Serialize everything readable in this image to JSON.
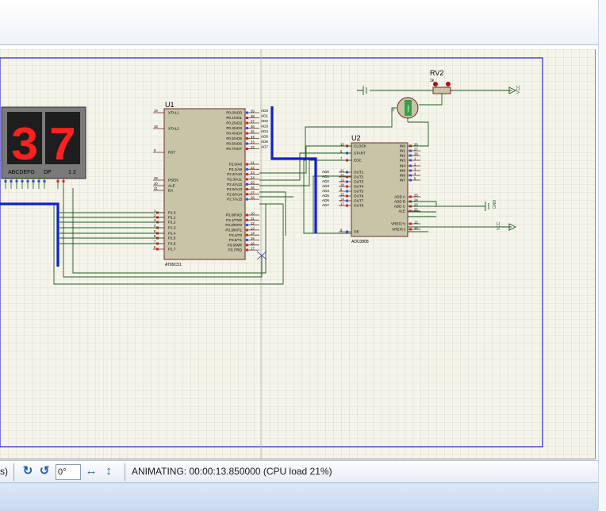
{
  "schematic": {
    "display": {
      "digits": "37",
      "pin_label_left": "ABCDEFG",
      "pin_label_dp": "DP",
      "pin_label_right": "1 2"
    },
    "u1": {
      "ref": "U1",
      "part": "AT89C51",
      "left_pins": [
        {
          "num": "19",
          "name": "XTAL1"
        },
        {
          "num": "18",
          "name": "XTAL2"
        },
        {
          "num": "9",
          "name": "RST"
        },
        {
          "num": "29",
          "name": "PSEN"
        },
        {
          "num": "30",
          "name": "ALE"
        },
        {
          "num": "31",
          "name": "EA"
        },
        {
          "num": "1",
          "name": "P1.0"
        },
        {
          "num": "2",
          "name": "P1.1"
        },
        {
          "num": "3",
          "name": "P1.2"
        },
        {
          "num": "4",
          "name": "P1.3"
        },
        {
          "num": "5",
          "name": "P1.4"
        },
        {
          "num": "6",
          "name": "P1.5"
        },
        {
          "num": "7",
          "name": "P1.6"
        },
        {
          "num": "8",
          "name": "P1.7"
        }
      ],
      "right_pins": [
        {
          "num": "39",
          "name": "P0.0/AD0"
        },
        {
          "num": "38",
          "name": "P0.1/AD1"
        },
        {
          "num": "37",
          "name": "P0.2/AD2"
        },
        {
          "num": "36",
          "name": "P0.3/AD3"
        },
        {
          "num": "35",
          "name": "P0.4/AD4"
        },
        {
          "num": "34",
          "name": "P0.5/AD5"
        },
        {
          "num": "33",
          "name": "P0.6/AD6"
        },
        {
          "num": "32",
          "name": "P0.7/AD7"
        },
        {
          "num": "21",
          "name": "P2.0/A8"
        },
        {
          "num": "22",
          "name": "P2.1/A9"
        },
        {
          "num": "23",
          "name": "P2.2/A10"
        },
        {
          "num": "24",
          "name": "P2.3/A11"
        },
        {
          "num": "25",
          "name": "P2.4/A12"
        },
        {
          "num": "26",
          "name": "P2.5/A13"
        },
        {
          "num": "27",
          "name": "P2.6/A14"
        },
        {
          "num": "28",
          "name": "P2.7/A15"
        },
        {
          "num": "10",
          "name": "P3.0/RXD"
        },
        {
          "num": "11",
          "name": "P3.1/TXD"
        },
        {
          "num": "12",
          "name": "P3.2/INT0"
        },
        {
          "num": "13",
          "name": "P3.3/INT1"
        },
        {
          "num": "14",
          "name": "P3.4/T0"
        },
        {
          "num": "15",
          "name": "P3.5/T1"
        },
        {
          "num": "16",
          "name": "P3.6/WR"
        },
        {
          "num": "17",
          "name": "P3.7/RD"
        }
      ],
      "bus_labels": [
        "AD0",
        "AD1",
        "AD2",
        "AD3",
        "AD4",
        "AD5",
        "AD6",
        "AD7"
      ]
    },
    "u2": {
      "ref": "U2",
      "part": "ADC0808",
      "left_pins": [
        {
          "num": "10",
          "name": "CLOCK"
        },
        {
          "num": "6",
          "name": "START"
        },
        {
          "num": "7",
          "name": "EOC"
        },
        {
          "num": "21",
          "name": "OUT1"
        },
        {
          "num": "20",
          "name": "OUT2"
        },
        {
          "num": "19",
          "name": "OUT3"
        },
        {
          "num": "18",
          "name": "OUT4"
        },
        {
          "num": "8",
          "name": "OUT5"
        },
        {
          "num": "15",
          "name": "OUT6"
        },
        {
          "num": "14",
          "name": "OUT7"
        },
        {
          "num": "17",
          "name": "OUT8"
        },
        {
          "num": "9",
          "name": "OE"
        }
      ],
      "left_bus_labels": [
        "AD0",
        "AD1",
        "AD2",
        "AD3",
        "AD4",
        "AD5",
        "AD6",
        "AD7"
      ],
      "right_pins": [
        {
          "num": "26",
          "name": "IN0"
        },
        {
          "num": "27",
          "name": "IN1"
        },
        {
          "num": "28",
          "name": "IN2"
        },
        {
          "num": "1",
          "name": "IN3"
        },
        {
          "num": "2",
          "name": "IN4"
        },
        {
          "num": "3",
          "name": "IN5"
        },
        {
          "num": "4",
          "name": "IN6"
        },
        {
          "num": "5",
          "name": "IN7"
        },
        {
          "num": "25",
          "name": "ADD A"
        },
        {
          "num": "24",
          "name": "ADD B"
        },
        {
          "num": "23",
          "name": "ADD C"
        },
        {
          "num": "22",
          "name": "ALE"
        },
        {
          "num": "12",
          "name": "VREF(+)"
        },
        {
          "num": "16",
          "name": "VREF(-)"
        }
      ]
    },
    "rv2": {
      "ref": "RV2",
      "value": "1k",
      "meter": "Volts"
    }
  },
  "statusbar": {
    "left_fragment": "s)",
    "rotation_value": "0°",
    "status_text": "ANIMATING: 00:00:13.850000 (CPU load 21%)"
  }
}
